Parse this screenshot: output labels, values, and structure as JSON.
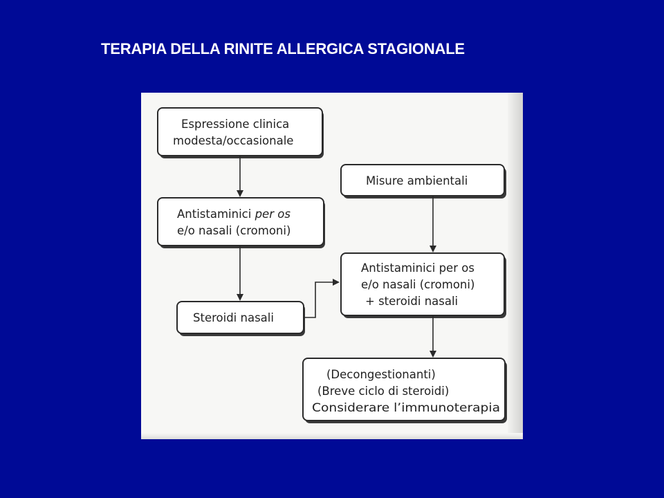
{
  "title": "TERAPIA DELLA RINITE ALLERGICA STAGIONALE",
  "colors": {
    "background": "#000a96",
    "title_text": "#ffffff",
    "diagram_paper": "#f7f7f5",
    "box_stroke": "#2a2a2a"
  },
  "diagram": {
    "nodes": {
      "clinical": {
        "line1": "Espressione clinica",
        "line2": "modesta/occasionale"
      },
      "antihistamines": {
        "line1_a": "Antistaminici ",
        "line1_b": "per os",
        "line2": "e/o nasali (cromoni)"
      },
      "nasal_steroids": {
        "line1": "Steroidi nasali"
      },
      "environmental": {
        "line1": "Misure ambientali"
      },
      "combined": {
        "line1": "Antistaminici per os",
        "line2": "e/o nasali (cromoni)",
        "line3": "+ steroidi nasali"
      },
      "advanced": {
        "line1": "(Decongestionanti)",
        "line2": "(Breve ciclo di steroidi)",
        "line3": "Considerare l’immunoterapia"
      }
    }
  }
}
